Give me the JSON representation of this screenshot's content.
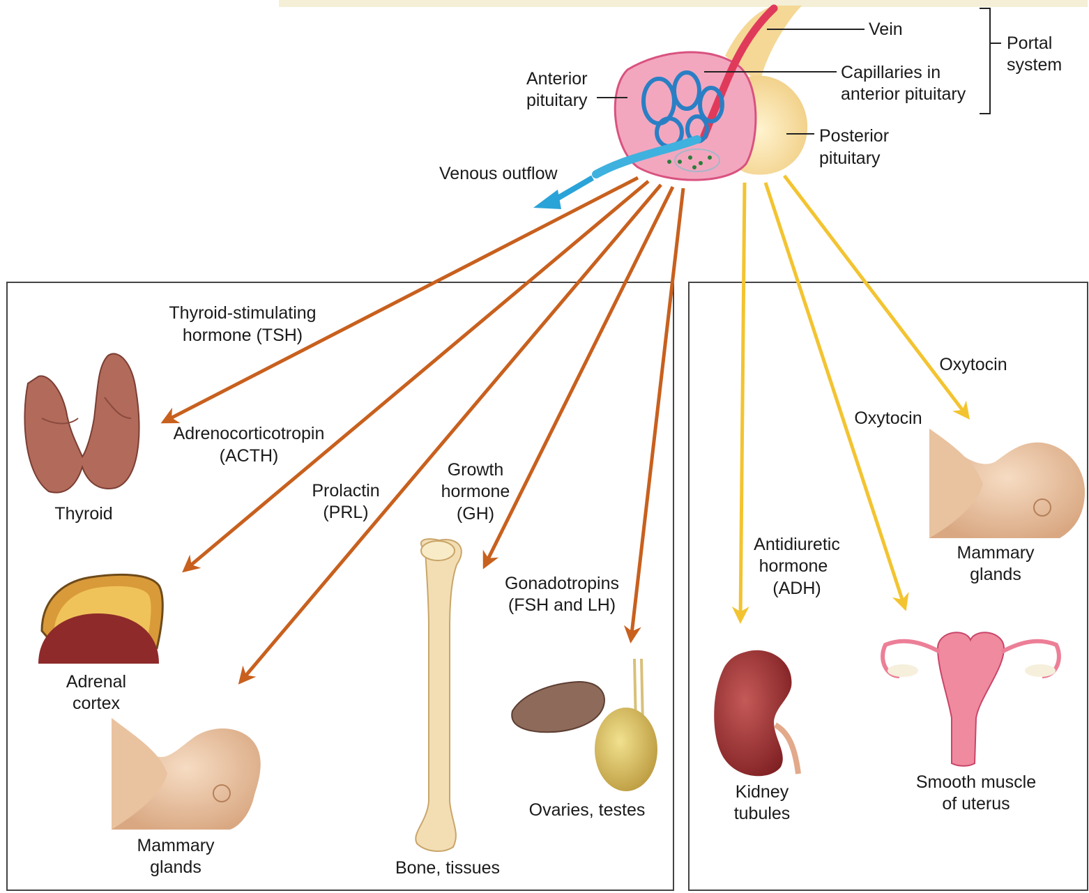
{
  "pituitary": {
    "vein": "Vein",
    "capillaries": [
      "Capillaries in",
      "anterior pituitary"
    ],
    "portal": [
      "Portal",
      "system"
    ],
    "anterior": [
      "Anterior",
      "pituitary"
    ],
    "posterior": [
      "Posterior",
      "pituitary"
    ],
    "venous_outflow": "Venous outflow"
  },
  "anterior_hormones": {
    "tsh": [
      "Thyroid-stimulating",
      "hormone (TSH)"
    ],
    "acth": [
      "Adrenocorticotropin",
      "(ACTH)"
    ],
    "prl": [
      "Prolactin",
      "(PRL)"
    ],
    "gh": [
      "Growth",
      "hormone",
      "(GH)"
    ],
    "gonadotropins": [
      "Gonadotropins",
      "(FSH and LH)"
    ]
  },
  "anterior_targets": {
    "thyroid": "Thyroid",
    "adrenal": [
      "Adrenal",
      "cortex"
    ],
    "mammary": [
      "Mammary",
      "glands"
    ],
    "bone": "Bone, tissues",
    "gonads": "Ovaries, testes"
  },
  "posterior_hormones": {
    "adh": [
      "Antidiuretic",
      "hormone",
      "(ADH)"
    ],
    "oxytocin_uterus": "Oxytocin",
    "oxytocin_mammary": "Oxytocin"
  },
  "posterior_targets": {
    "kidney": [
      "Kidney",
      "tubules"
    ],
    "uterus": [
      "Smooth muscle",
      "of uterus"
    ],
    "mammary": [
      "Mammary",
      "glands"
    ]
  },
  "colors": {
    "anterior_arrow": "#c8601e",
    "posterior_arrow": "#f3c431",
    "venous_arrow": "#2aa3d8"
  }
}
